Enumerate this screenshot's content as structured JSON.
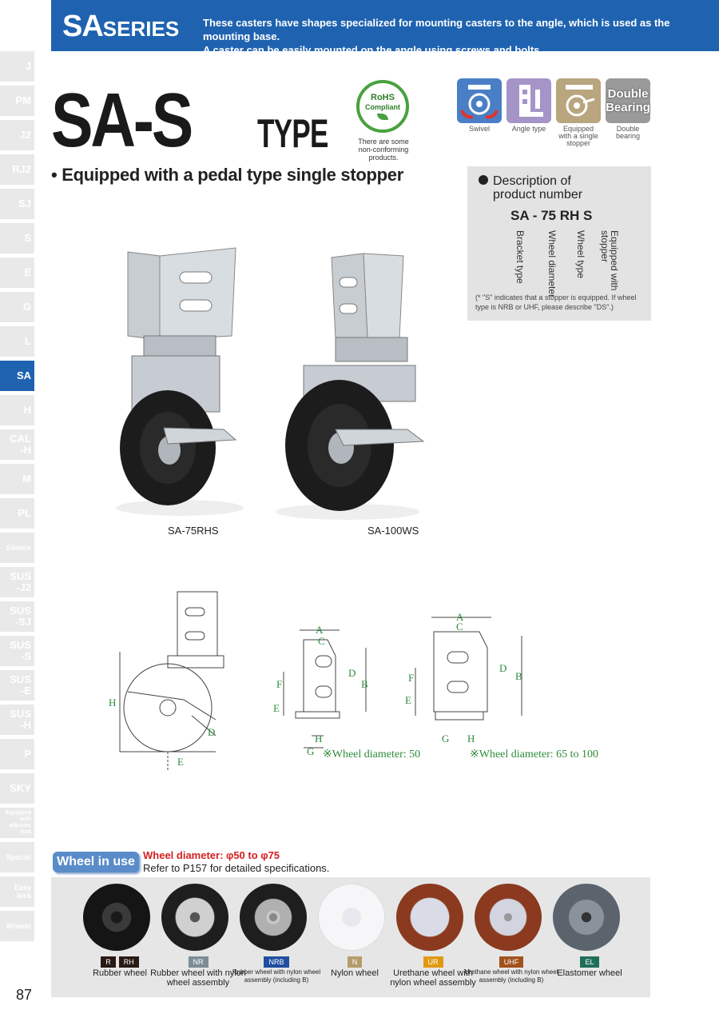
{
  "header": {
    "series_big": "SA",
    "series_small": "SERIES",
    "desc_line1": "These casters have shapes specialized for mounting casters to the angle, which is used as the mounting base.",
    "desc_line2": "A caster can be easily mounted on the angle using screws and bolts."
  },
  "sidebar": {
    "items": [
      "J",
      "PM",
      "J2",
      "RJ2",
      "SJ",
      "S",
      "E",
      "G",
      "L",
      "SA",
      "H",
      "CAL\n-H",
      "M",
      "PL",
      "Silence",
      "SUS\n-J2",
      "SUS\n-SJ",
      "SUS\n-S",
      "SUS\n-E",
      "SUS\n-H",
      "P",
      "SKY",
      "Equipped with adjuster foot",
      "Special",
      "Easy lock",
      "Wheels"
    ],
    "active": "SA"
  },
  "page_number": "87",
  "title": {
    "main": "SA-S",
    "suffix": "TYPE",
    "subtitle": "• Equipped with a pedal type single stopper"
  },
  "rohs": {
    "line1": "RoHS",
    "line2": "Compliant",
    "note": "There are some non-conforming products."
  },
  "feature_icons": [
    {
      "name": "swivel-icon",
      "label": "Swivel",
      "color": "#4a7fc5"
    },
    {
      "name": "angle-type-icon",
      "label": "Angle type",
      "color": "#a594c8"
    },
    {
      "name": "single-stopper-icon",
      "label": "Equipped with a single stopper",
      "color": "#b9a57e"
    },
    {
      "name": "double-bearing-icon",
      "label": "Double bearing",
      "color": "#9a9a9a",
      "text": "Double Bearing"
    }
  ],
  "description": {
    "title_line1": "Description of",
    "title_line2": "product number",
    "code": "SA - 75 RH S",
    "labels": [
      "Bracket type",
      "Wheel diameter",
      "Wheel type",
      "Equipped with stopper"
    ],
    "note": "(* \"S\" indicates that a stopper is equipped. If wheel type is NRB or UHF, please describe \"DS\".)"
  },
  "photos": [
    {
      "caption": "SA-75RHS"
    },
    {
      "caption": "SA-100WS"
    }
  ],
  "drawings": {
    "labels": [
      "A",
      "B",
      "C",
      "D",
      "E",
      "F",
      "G",
      "H"
    ],
    "note1": "※Wheel diameter: 50",
    "note2": "※Wheel diameter: 65 to 100"
  },
  "wheels": {
    "badge": "Wheel in use",
    "diameter": "Wheel diameter: φ50 to φ75",
    "ref": "Refer to P157 for detailed specifications.",
    "items": [
      {
        "codes": [
          "R",
          "RH"
        ],
        "name": "Rubber wheel",
        "code_color": "#2a1a14"
      },
      {
        "codes": [
          "NR"
        ],
        "name": "Rubber wheel with nylon wheel assembly",
        "code_color": "#7b8d96"
      },
      {
        "codes": [
          "NRB"
        ],
        "name": "Rubber wheel with nylon wheel assembly (including B)",
        "code_color": "#1f4fa0"
      },
      {
        "codes": [
          "N"
        ],
        "name": "Nylon wheel",
        "code_color": "#b59c6b"
      },
      {
        "codes": [
          "UR"
        ],
        "name": "Urethane wheel with nylon wheel assembly",
        "code_color": "#e09a12"
      },
      {
        "codes": [
          "UHF"
        ],
        "name": "Urethane wheel with nylon wheel assembly (including B)",
        "code_color": "#a0521d"
      },
      {
        "codes": [
          "EL"
        ],
        "name": "Elastomer wheel",
        "code_color": "#1f6f5a"
      }
    ]
  }
}
